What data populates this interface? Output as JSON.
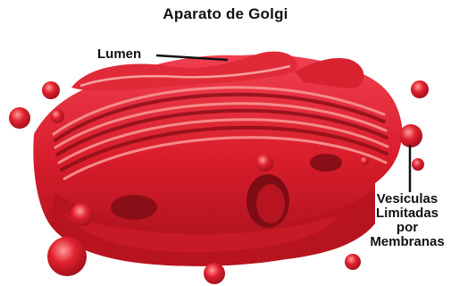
{
  "title": "Aparato de Golgi",
  "labels": {
    "lumen": "Lumen",
    "vesicles": [
      "Vesiculas",
      "Limitadas",
      "por",
      "Membranas"
    ]
  },
  "colors": {
    "organelle_red": "#d81c2a",
    "shadow_red": "#8e0f18",
    "highlight": "#f58a8a",
    "leader_line": "#111111"
  }
}
